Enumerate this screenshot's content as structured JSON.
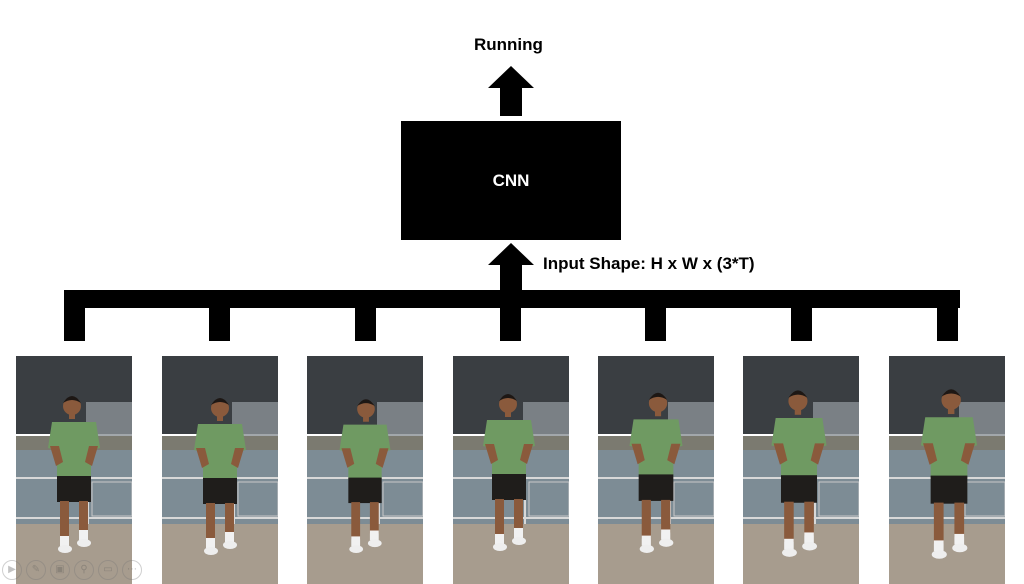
{
  "output_label": "Running",
  "model_label": "CNN",
  "input_shape_label": "Input Shape: H x W x (3*T)",
  "frames": [
    {
      "name": "frame-1"
    },
    {
      "name": "frame-2"
    },
    {
      "name": "frame-3"
    },
    {
      "name": "frame-4"
    },
    {
      "name": "frame-5"
    },
    {
      "name": "frame-6"
    },
    {
      "name": "frame-7"
    }
  ],
  "colors": {
    "diagram": "#000000",
    "shirt": "#6f9a62",
    "shorts": "#1f1d1b",
    "building": "#3a3e42",
    "water": "#7d8c95",
    "ground": "#a79c8e"
  },
  "player_controls": [
    "play-icon",
    "pen-icon",
    "image-icon",
    "zoom-icon",
    "screen-icon",
    "more-icon"
  ]
}
